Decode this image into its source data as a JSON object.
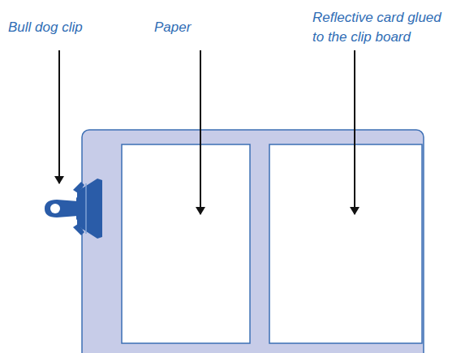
{
  "diagram": {
    "labels": [
      "Bull dog clip",
      "Paper",
      "Reflective card glued to the clip board"
    ]
  }
}
